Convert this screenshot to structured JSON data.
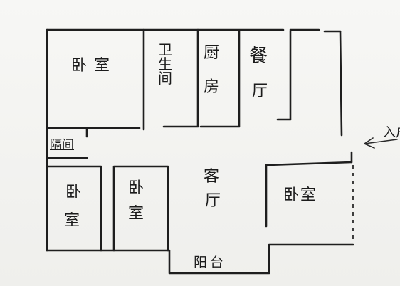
{
  "rooms": {
    "bedroom_top_left": "卧室",
    "bathroom": [
      "卫",
      "生",
      "间"
    ],
    "kitchen": [
      "厨",
      "房"
    ],
    "dining": [
      "餐",
      "厅"
    ],
    "storage": "隔间",
    "bedroom_bottom_left": [
      "卧",
      "室"
    ],
    "bedroom_middle": [
      "卧",
      "室"
    ],
    "living_room": [
      "客",
      "厅"
    ],
    "bedroom_right": "卧室",
    "balcony": "阳台"
  },
  "entrance": {
    "label": "入户"
  }
}
